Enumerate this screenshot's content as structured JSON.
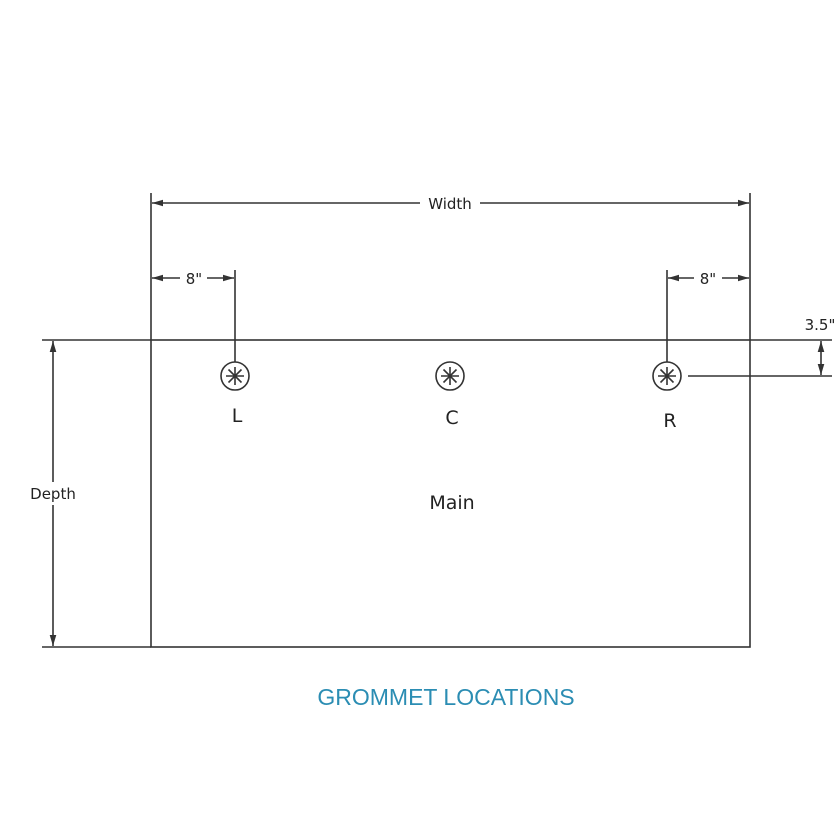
{
  "diagram": {
    "width_label": "Width",
    "depth_label": "Depth",
    "left_offset_label": "8\"",
    "right_offset_label": "8\"",
    "back_offset_label": "3.5\"",
    "grommets": [
      {
        "label": "L"
      },
      {
        "label": "C"
      },
      {
        "label": "R"
      }
    ],
    "surface_label": "Main",
    "title": "GROMMET LOCATIONS",
    "title_color": "#2b8db3"
  }
}
